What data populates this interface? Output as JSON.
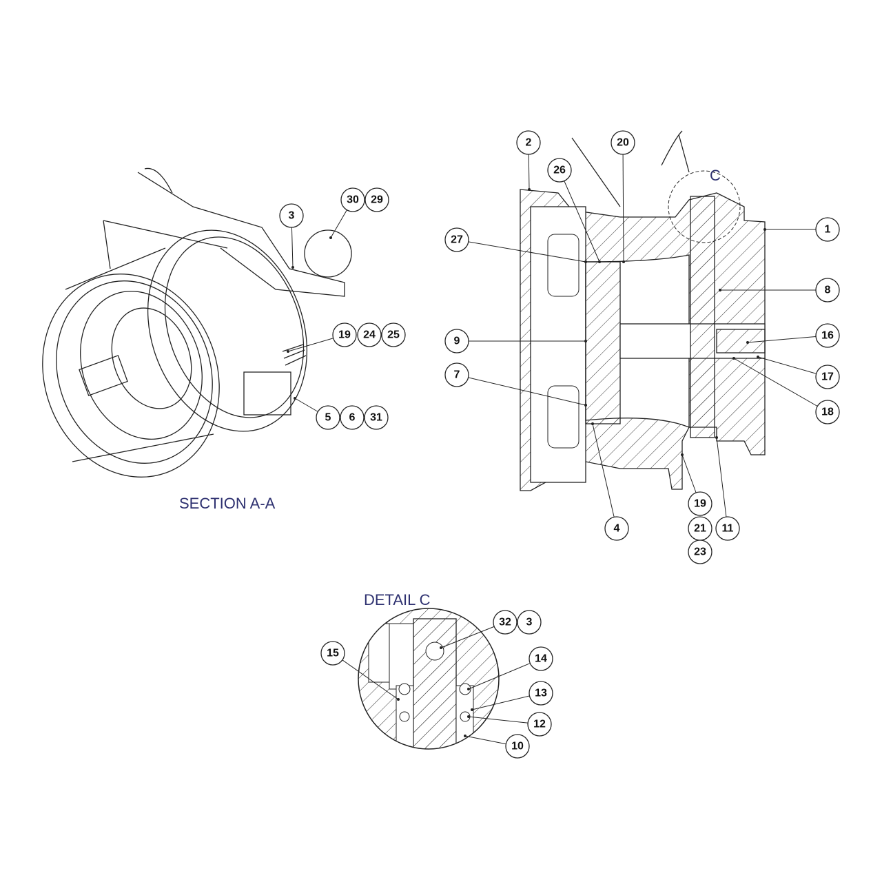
{
  "titles": {
    "section": "SECTION A-A",
    "detail": "DETAIL C",
    "detail_marker": "C"
  },
  "balloons": {
    "iso": [
      "3",
      "30",
      "29",
      "19",
      "24",
      "25",
      "5",
      "6",
      "31"
    ],
    "section": [
      "2",
      "26",
      "20",
      "27",
      "1",
      "8",
      "9",
      "16",
      "7",
      "17",
      "18",
      "4",
      "19",
      "21",
      "23",
      "11"
    ],
    "detail": [
      "15",
      "32",
      "3",
      "14",
      "13",
      "12",
      "10"
    ]
  }
}
